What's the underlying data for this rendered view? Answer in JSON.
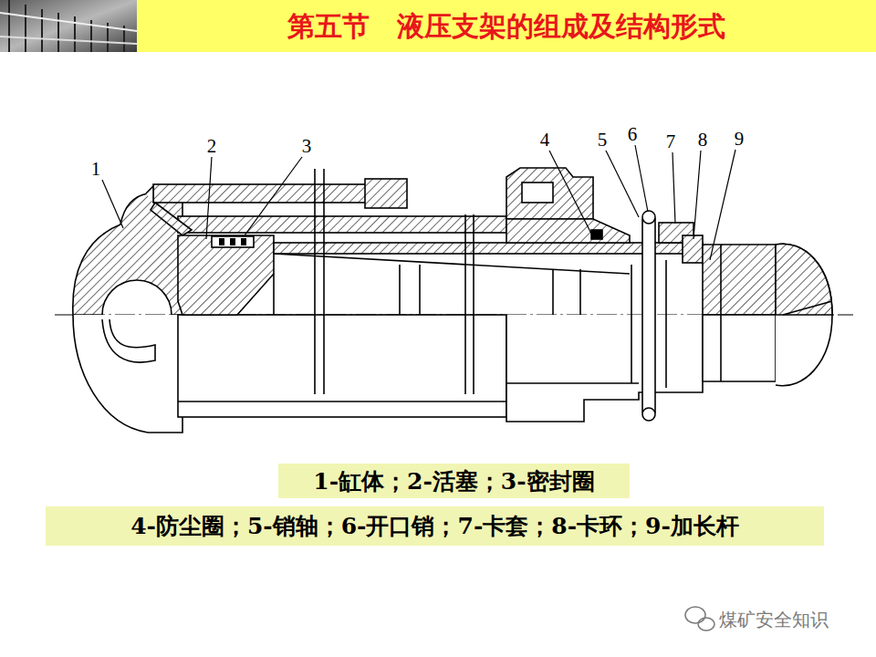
{
  "diagram": {
    "title": "第五节　液压支架的组成及结构形式",
    "nodes": [
      {
        "text": [
          "1-缸体；2-活塞；3-密封圈"
        ]
      },
      {
        "text": [
          "4-防尘圈；5-销轴；6-开口销；7-卡套；8-卡环；9-加长杆"
        ]
      }
    ],
    "edges": [],
    "labels": [
      "1",
      "2",
      "3",
      "4",
      "5",
      "6",
      "7",
      "8",
      "9",
      "煤矿安全知识"
    ]
  }
}
